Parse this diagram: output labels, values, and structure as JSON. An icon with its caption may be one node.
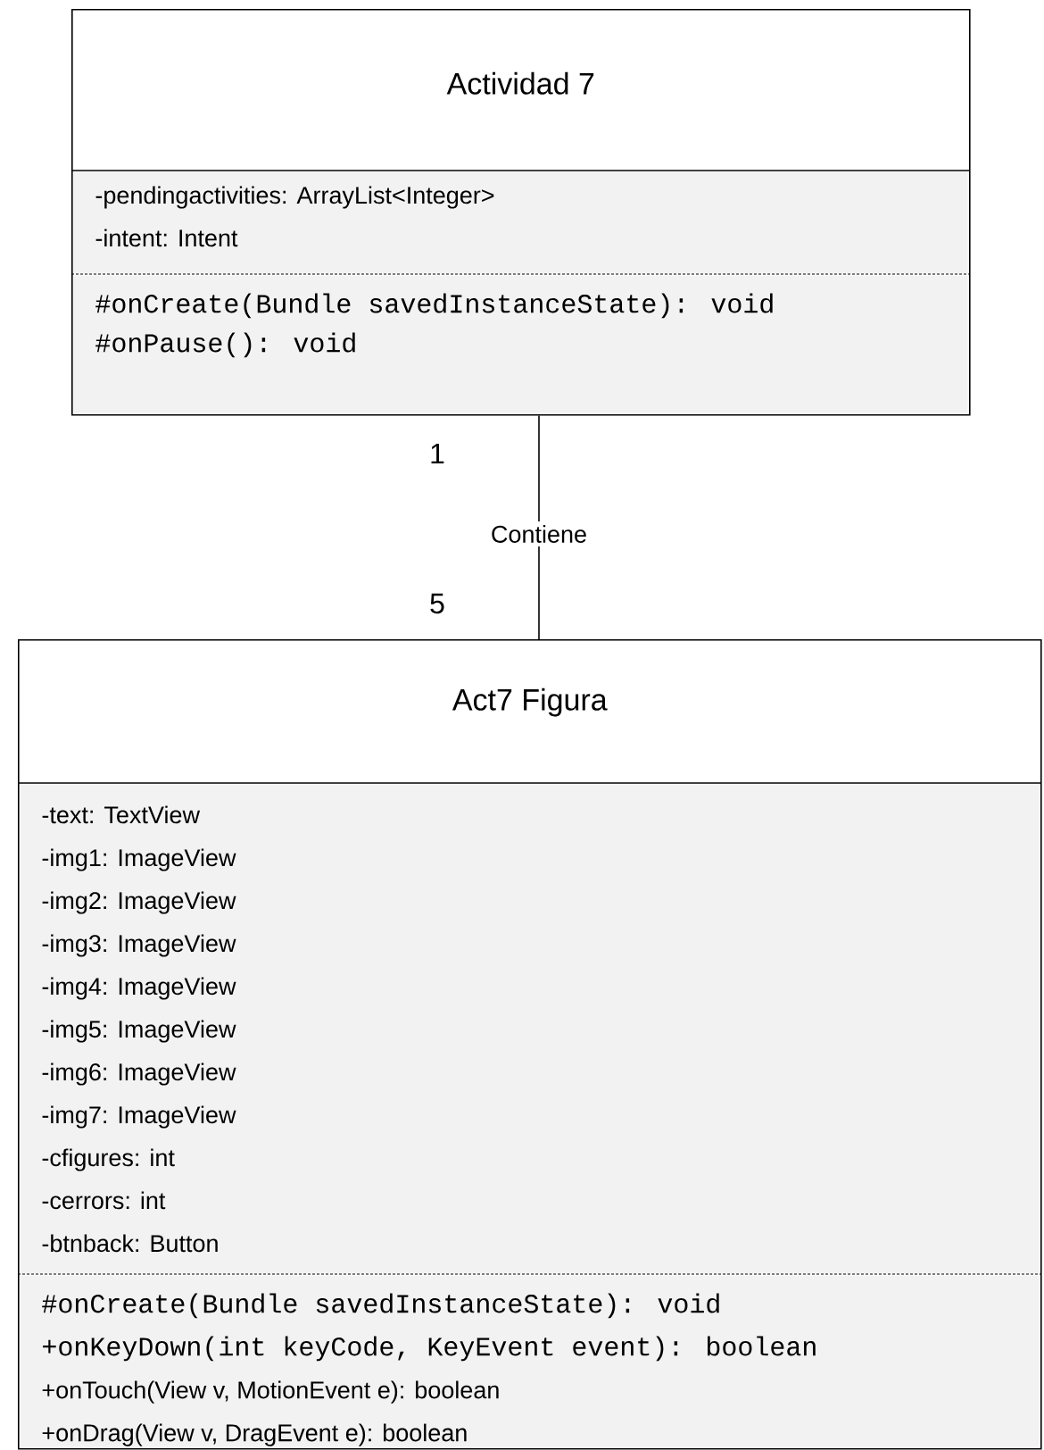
{
  "diagram": {
    "nodes": [
      {
        "text": [
          "Actividad 7"
        ]
      },
      {
        "text": [
          "-pendingactivities: ArrayList<Integer>",
          "-intent: Intent"
        ],
        "in": 0
      },
      {
        "text": [
          "#onCreate(Bundle savedInstanceState): void",
          "#onPause(): void"
        ],
        "in": 0
      },
      {
        "text": [
          "Act7 Figura"
        ]
      },
      {
        "text": [
          "-text: TextView",
          "-img1: ImageView",
          "-img2: ImageView",
          "-img3: ImageView",
          "-img4: ImageView",
          "-img5: ImageView",
          "-img6: ImageView",
          "-img7: ImageView",
          "-cfigures: int",
          "-cerrors: int",
          "-btnback: Button"
        ],
        "in": 3
      },
      {
        "text": [
          "#onCreate(Bundle savedInstanceState): void",
          "+onKeyDown(int keyCode, KeyEvent event): boolean",
          "+onTouch(View v, MotionEvent e): boolean",
          "+onDrag(View v, DragEvent e): boolean"
        ],
        "in": 3
      }
    ],
    "edges": [
      {
        "from": 0,
        "to": 3,
        "arrow": "none",
        "label": "Contiene"
      }
    ],
    "labels": [
      "1",
      "5"
    ]
  }
}
